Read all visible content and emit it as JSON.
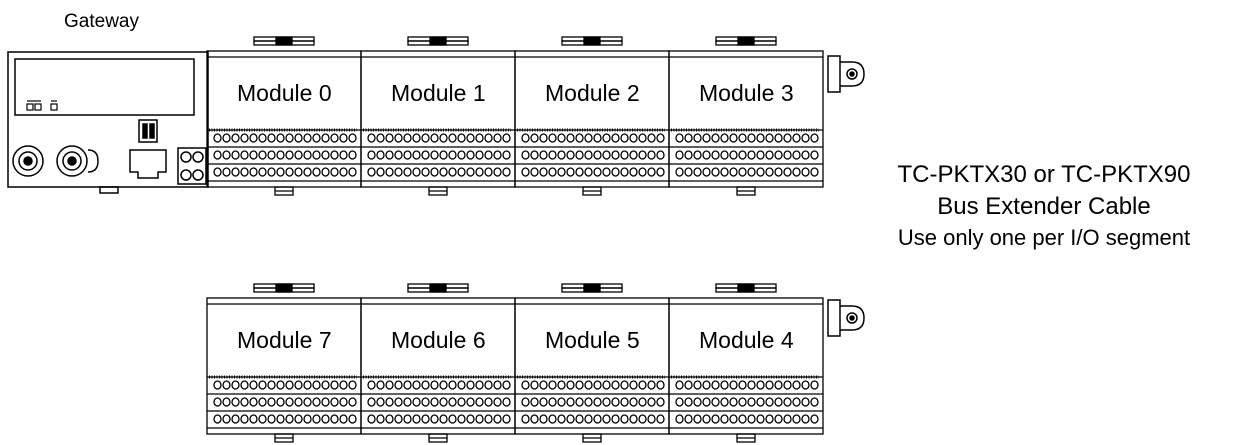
{
  "gateway": {
    "label": "Gateway"
  },
  "top_row": {
    "modules": [
      "Module 0",
      "Module 1",
      "Module 2",
      "Module 3"
    ]
  },
  "bottom_row": {
    "modules": [
      "Module 7",
      "Module 6",
      "Module 5",
      "Module 4"
    ]
  },
  "cable_note": {
    "line1": "TC-PKTX30 or TC-PKTX90",
    "line2": "Bus Extender Cable",
    "line3": "Use only one per I/O segment"
  },
  "colors": {
    "line": "#000000",
    "background": "#ffffff"
  },
  "icons": [
    "ethernet-port-icon",
    "connector-icon",
    "bus-extender-cable-icon",
    "dip-switch-icon",
    "led-icon"
  ]
}
